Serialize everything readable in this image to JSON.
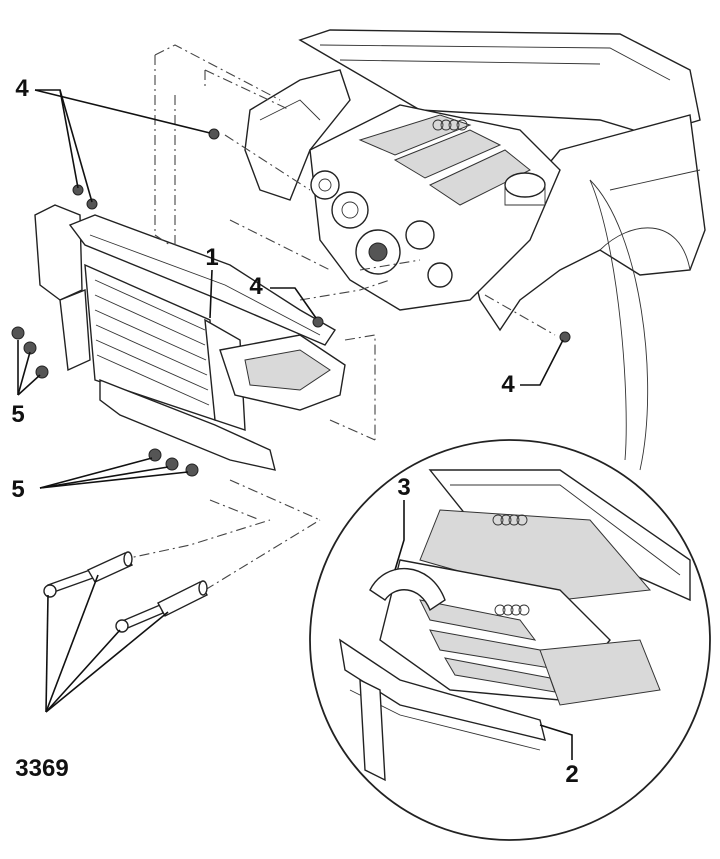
{
  "callouts": {
    "label_1": "1",
    "label_2": "2",
    "label_3": "3",
    "label_4_top": "4",
    "label_4_mid": "4",
    "label_4_right": "4",
    "label_5_left": "5",
    "label_5_bottom": "5",
    "label_tool": "3369"
  }
}
